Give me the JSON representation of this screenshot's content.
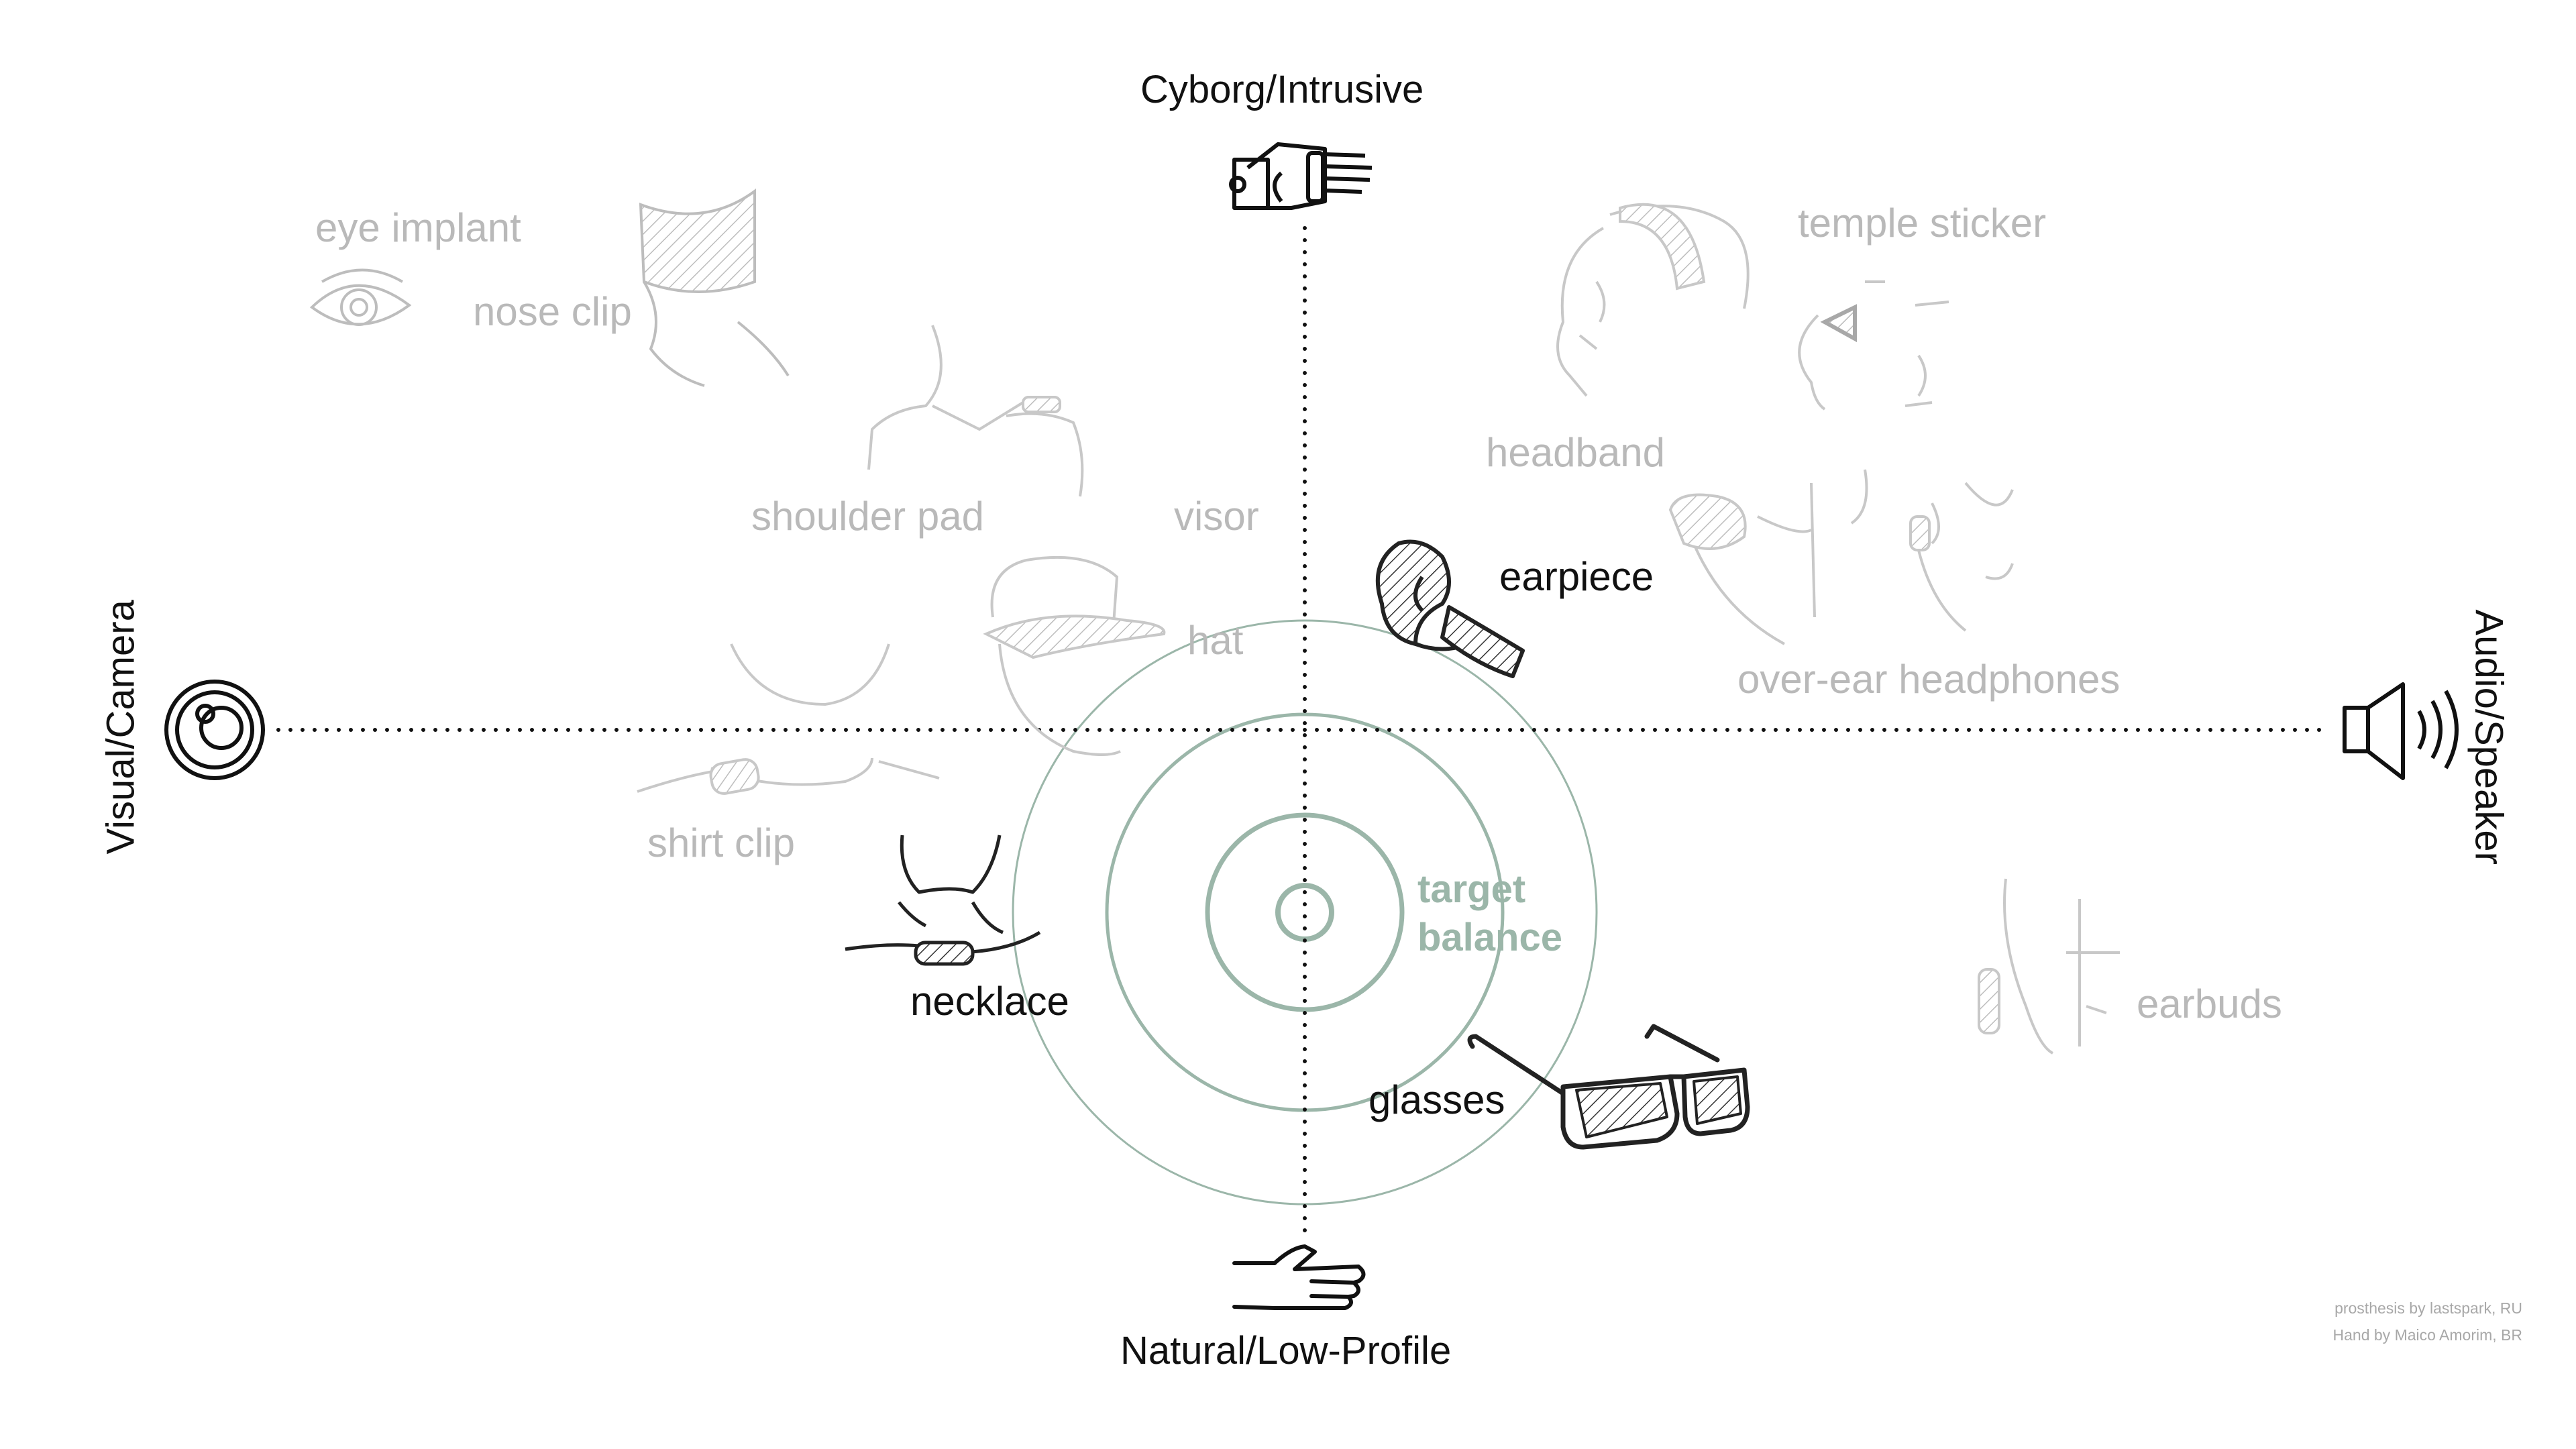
{
  "axes": {
    "top": "Cyborg/Intrusive",
    "bottom": "Natural/Low-Profile",
    "left": "Visual/Camera",
    "right": "Audio/Speaker"
  },
  "items_faded": {
    "eye_implant": "eye implant",
    "nose_clip": "nose clip",
    "shoulder_pad": "shoulder pad",
    "visor": "visor",
    "hat": "hat",
    "shirt_clip": "shirt clip",
    "temple_sticker": "temple sticker",
    "headband": "headband",
    "over_ear_headphones": "over-ear headphones",
    "earbuds": "earbuds"
  },
  "items_active": {
    "earpiece": "earpiece",
    "necklace": "necklace",
    "glasses": "glasses"
  },
  "target": {
    "line1": "target",
    "line2": "balance"
  },
  "credits": {
    "line1": "prosthesis by lastspark, RU",
    "line2": "Hand by Maico Amorim, BR"
  },
  "colors": {
    "ink": "#111111",
    "faded": "#b9b9b9",
    "target": "#9bb6a9",
    "background": "#ffffff"
  }
}
